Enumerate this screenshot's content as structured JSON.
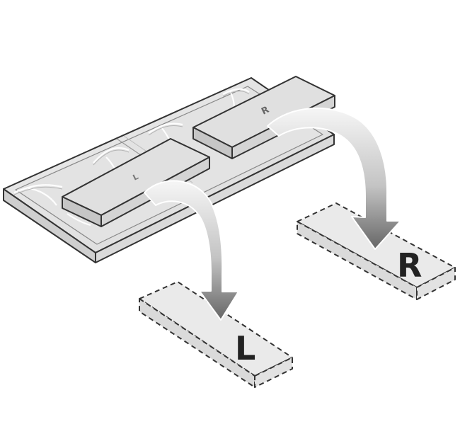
{
  "diagram": {
    "left_module_label": "L",
    "right_module_label": "R",
    "left_target_label": "L",
    "right_target_label": "R"
  },
  "colors": {
    "stroke": "#333333",
    "tray_top": "#e6e6e6",
    "tray_front": "#d2d2d2",
    "module_top": "#dedede",
    "module_front": "#c8c8c8",
    "target_fill": "#ebebeb",
    "arrow_light": "#f4f4f4",
    "arrow_dark": "#6e6e6e"
  }
}
